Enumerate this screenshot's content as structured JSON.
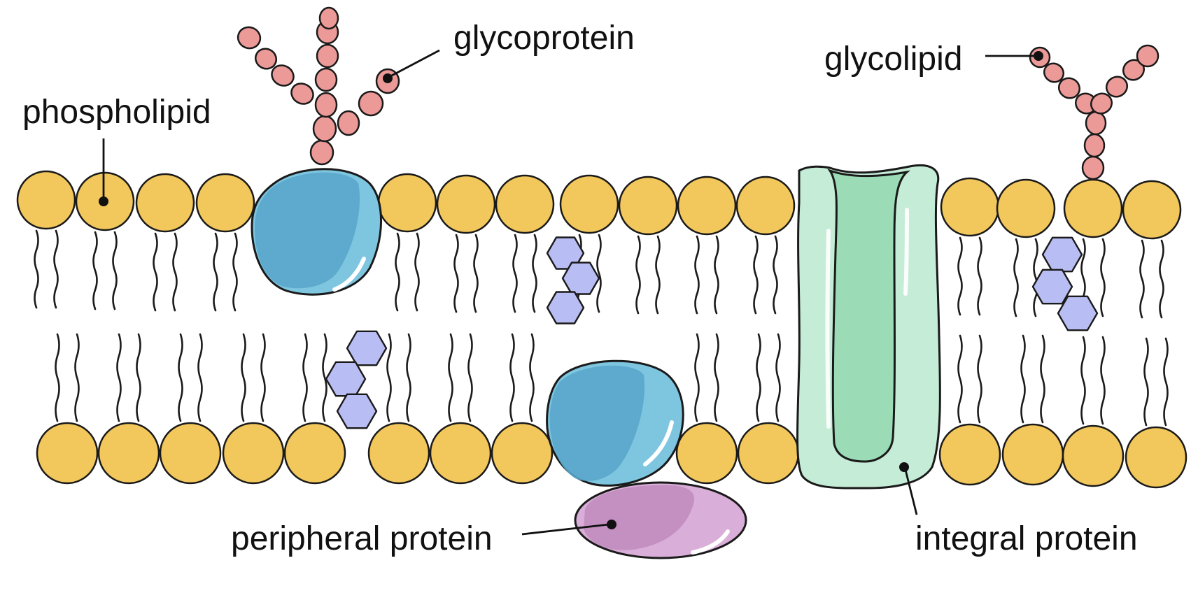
{
  "labels": {
    "phospholipid": "phospholipid",
    "glycoprotein": "glycoprotein",
    "glycolipid": "glycolipid",
    "peripheral_protein": "peripheral protein",
    "integral_protein": "integral protein"
  },
  "colors": {
    "phospholipid_head": "#f2c75c",
    "sugar": "#ec9a98",
    "glycoprotein": "#7ec6e0",
    "glycoprotein_shade": "#5aa6cc",
    "cholesterol": "#b8bdf4",
    "integral_protein_outer": "#c5ecd6",
    "integral_protein_inner": "#9bdcb7",
    "peripheral_protein": "#d9aed8",
    "peripheral_protein_shade": "#c08bbd"
  }
}
